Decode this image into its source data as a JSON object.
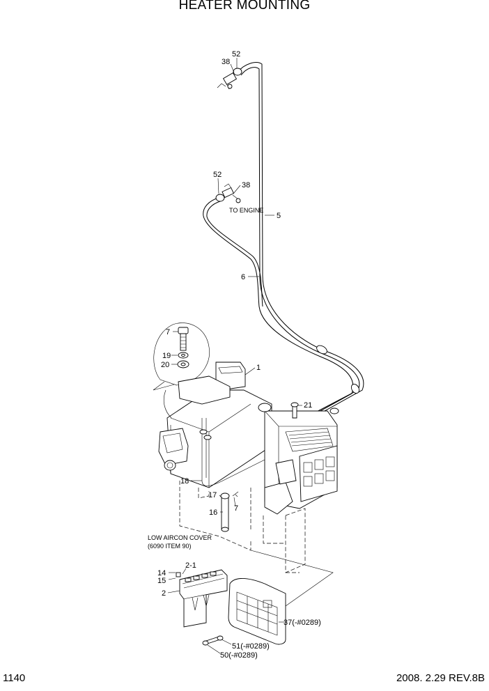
{
  "title": "HEATER MOUNTING",
  "footer": {
    "page_number": "1140",
    "revision": "2008. 2.29  REV.8B"
  },
  "notes": {
    "to_engine": "TO ENGINE",
    "low_aircon_cover_1": "LOW AIRCON COVER",
    "low_aircon_cover_2": "(6090 ITEM 90)"
  },
  "callouts": {
    "c52_top": "52",
    "c38_top": "38",
    "c52_mid": "52",
    "c38_mid": "38",
    "c5": "5",
    "c6": "6",
    "c7_detail": "7",
    "c19": "19",
    "c20": "20",
    "c1": "1",
    "c21": "21",
    "c18": "18",
    "c17": "17",
    "c7": "7",
    "c16": "16",
    "c2_1": "2-1",
    "c14": "14",
    "c15": "15",
    "c2": "2",
    "c37": "37(-#0289)",
    "c51": "51(-#0289)",
    "c50": "50(-#0289)"
  }
}
